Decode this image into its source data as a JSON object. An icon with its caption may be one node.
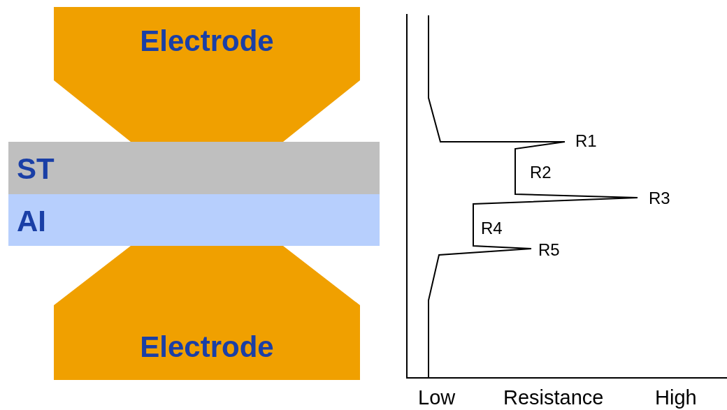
{
  "diagram": {
    "nodes": [
      {
        "text": [
          "Electrode"
        ]
      },
      {
        "text": [
          "ST"
        ]
      },
      {
        "text": [
          "AI"
        ]
      },
      {
        "text": [
          "Electrode"
        ]
      }
    ],
    "labels": [
      "R1",
      "R2",
      "R3",
      "R4",
      "R5",
      "Low",
      "Resistance",
      "High"
    ]
  }
}
